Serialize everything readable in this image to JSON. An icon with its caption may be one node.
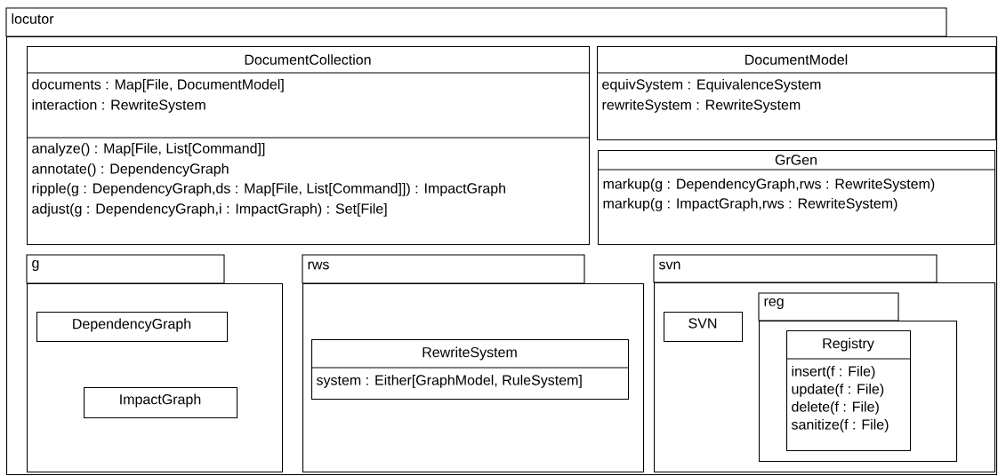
{
  "diagram": {
    "nodes": [
      {
        "text": [
          "locutor"
        ]
      },
      {
        "text": [
          "DocumentCollection",
          "documents : Map[File, DocumentModel]",
          "interaction : RewriteSystem",
          "analyze() : Map[File, List[Command]]",
          "annotate() : DependencyGraph",
          "ripple(g : DependencyGraph,ds : Map[File, List[Command]]) : ImpactGraph",
          "adjust(g : DependencyGraph,i : ImpactGraph) : Set[File]"
        ],
        "in": 0
      },
      {
        "text": [
          "DocumentModel",
          "equivSystem : EquivalenceSystem",
          "rewriteSystem : RewriteSystem"
        ],
        "in": 0
      },
      {
        "text": [
          "GrGen",
          "markup(g : DependencyGraph,rws : RewriteSystem)",
          "markup(g : ImpactGraph,rws : RewriteSystem)"
        ],
        "in": 0
      },
      {
        "text": [
          "g"
        ],
        "in": 0
      },
      {
        "text": [
          "DependencyGraph"
        ],
        "in": 4
      },
      {
        "text": [
          "ImpactGraph"
        ],
        "in": 4
      },
      {
        "text": [
          "rws"
        ],
        "in": 0
      },
      {
        "text": [
          "RewriteSystem",
          "system : Either[GraphModel, RuleSystem]"
        ],
        "in": 7
      },
      {
        "text": [
          "svn"
        ],
        "in": 0
      },
      {
        "text": [
          "SVN"
        ],
        "in": 9
      },
      {
        "text": [
          "reg"
        ],
        "in": 9
      },
      {
        "text": [
          "Registry",
          "insert(f : File)",
          "update(f : File)",
          "delete(f : File)",
          "sanitize(f : File)"
        ],
        "in": 11
      }
    ]
  }
}
